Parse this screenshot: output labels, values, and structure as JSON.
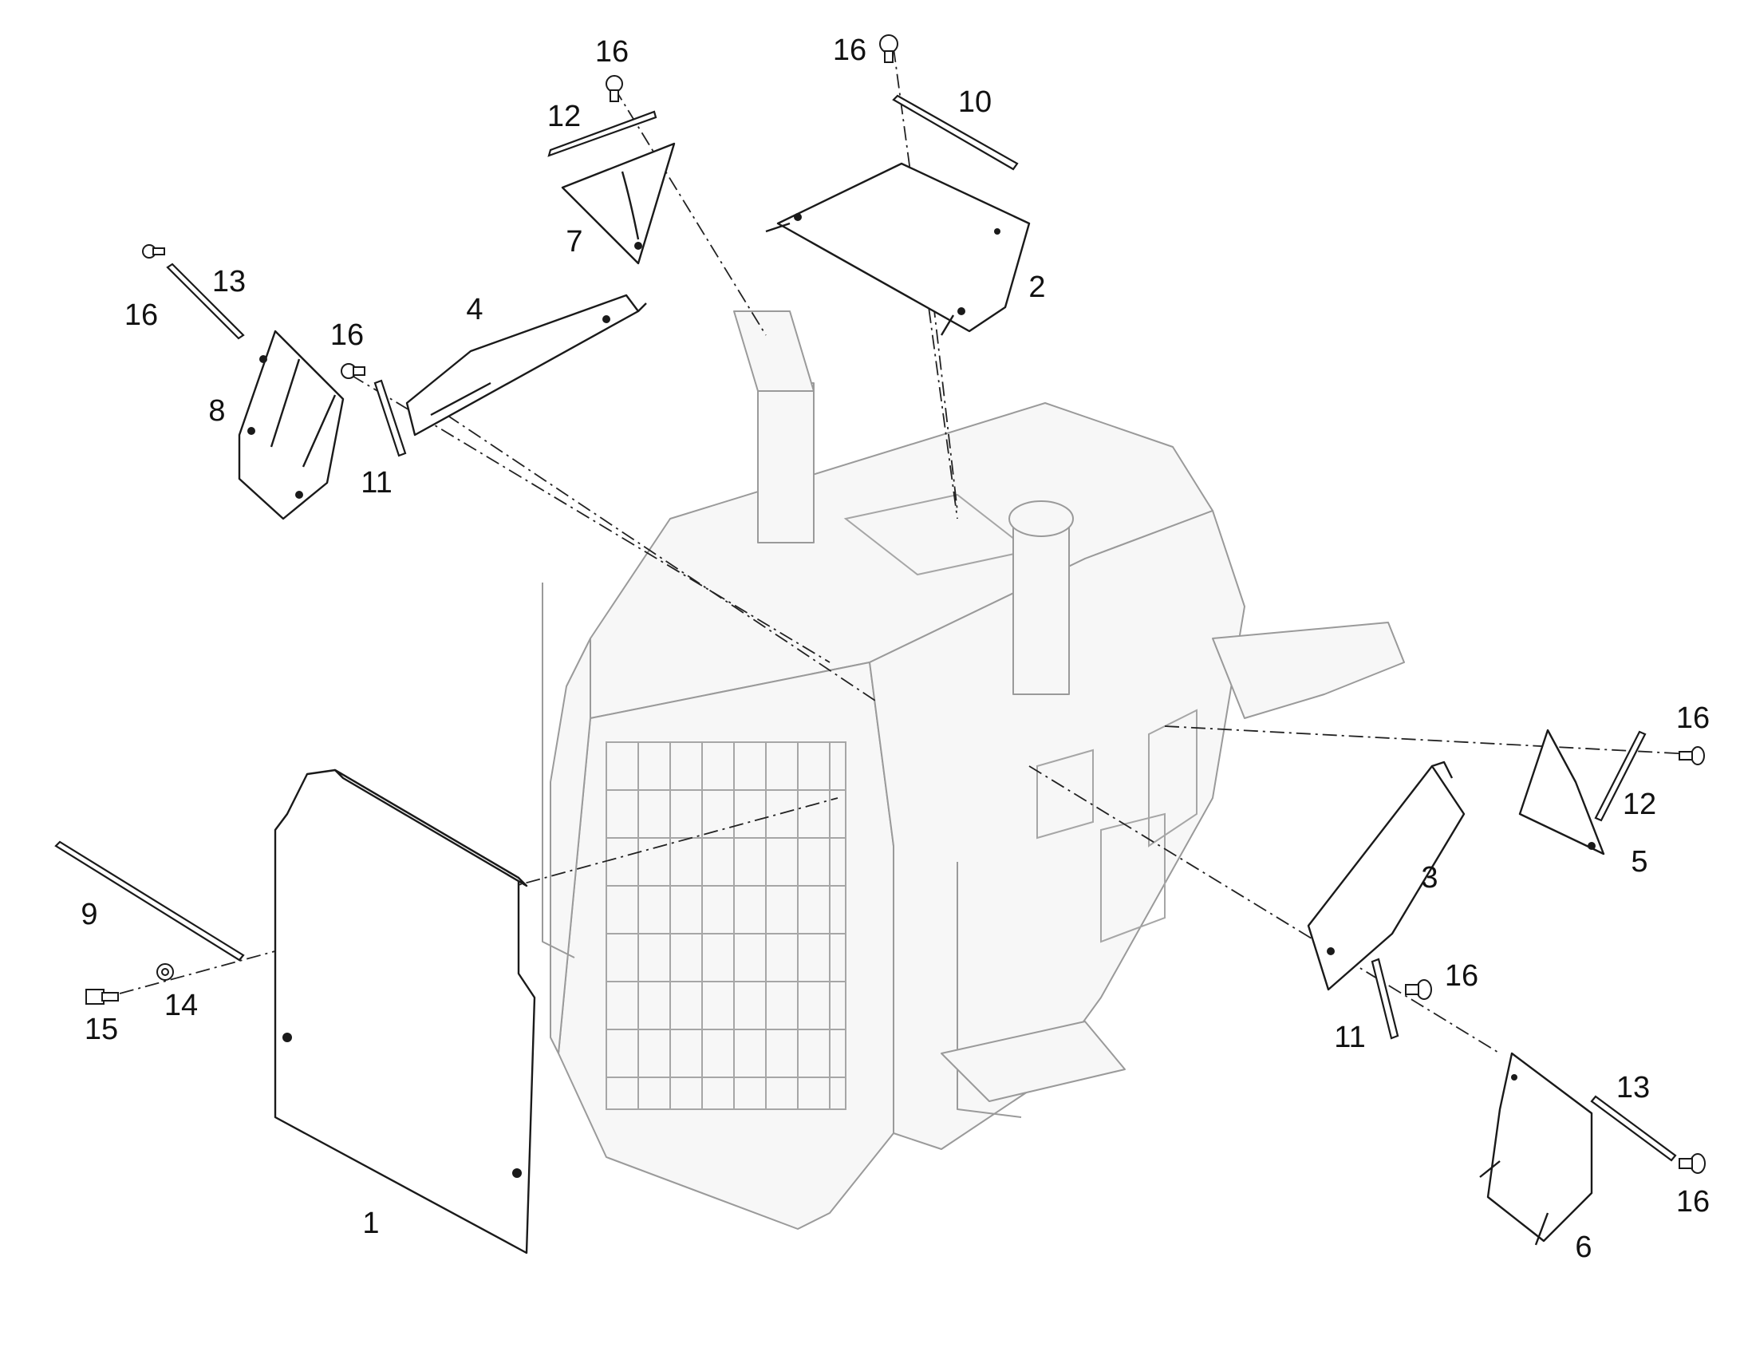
{
  "callouts": [
    {
      "id": "c1",
      "text": "1"
    },
    {
      "id": "c2",
      "text": "2"
    },
    {
      "id": "c3",
      "text": "3"
    },
    {
      "id": "c4",
      "text": "4"
    },
    {
      "id": "c5",
      "text": "5"
    },
    {
      "id": "c6",
      "text": "6"
    },
    {
      "id": "c7",
      "text": "7"
    },
    {
      "id": "c8",
      "text": "8"
    },
    {
      "id": "c9",
      "text": "9"
    },
    {
      "id": "c10",
      "text": "10"
    },
    {
      "id": "c11a",
      "text": "11"
    },
    {
      "id": "c11b",
      "text": "11"
    },
    {
      "id": "c12a",
      "text": "12"
    },
    {
      "id": "c12b",
      "text": "12"
    },
    {
      "id": "c13a",
      "text": "13"
    },
    {
      "id": "c13b",
      "text": "13"
    },
    {
      "id": "c14",
      "text": "14"
    },
    {
      "id": "c15",
      "text": "15"
    },
    {
      "id": "c16a",
      "text": "16"
    },
    {
      "id": "c16b",
      "text": "16"
    },
    {
      "id": "c16c",
      "text": "16"
    },
    {
      "id": "c16d",
      "text": "16"
    },
    {
      "id": "c16e",
      "text": "16"
    },
    {
      "id": "c16f",
      "text": "16"
    },
    {
      "id": "c16g",
      "text": "16"
    }
  ]
}
